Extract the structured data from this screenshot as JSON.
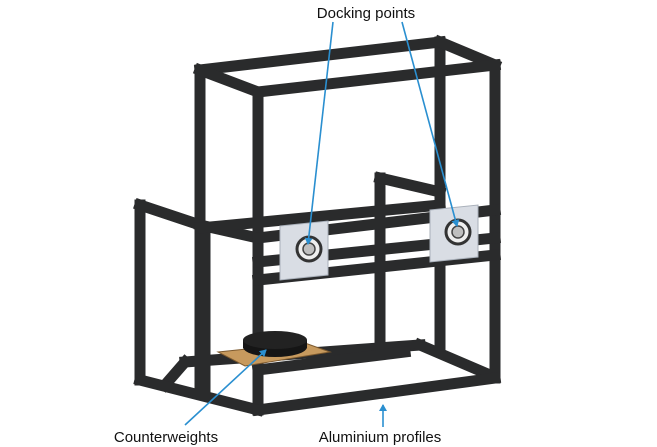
{
  "labels": {
    "docking_points": "Docking points",
    "counterweights": "Counterweights",
    "aluminium_profiles": "Aluminium profiles"
  },
  "colors": {
    "frame": "#2a2b2c",
    "frame_edge": "#0c0c0c",
    "plate": "#d9dde4",
    "plate_edge": "#a9b0ba",
    "wood_base": "#c79a5e",
    "counterweight": "#151515",
    "arrow": "#2a8fd0",
    "text": "#111111"
  }
}
